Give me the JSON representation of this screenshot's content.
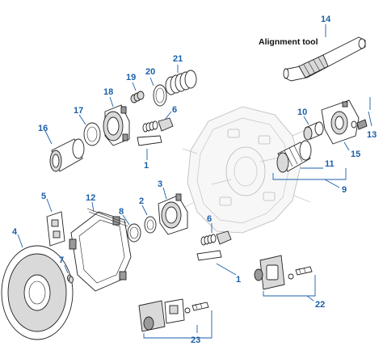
{
  "diagram": {
    "caption": "Alignment tool",
    "callouts": [
      "14",
      "21",
      "20",
      "19",
      "18",
      "6",
      "17",
      "16",
      "1",
      "10",
      "13",
      "15",
      "11",
      "9",
      "3",
      "5",
      "12",
      "2",
      "8",
      "4",
      "7",
      "6",
      "1",
      "22",
      "23"
    ],
    "colors": {
      "callout": "#1a5fa8",
      "ink": "#222222",
      "shade": "#9a9a9a",
      "ghost": "#b9b9b9"
    }
  }
}
